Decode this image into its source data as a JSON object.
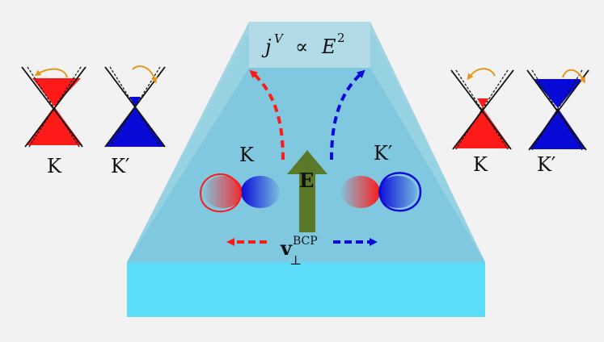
{
  "colors": {
    "background": "#f2f2f2",
    "slab_top": "#9fd3e2",
    "slab_front": "#5bdcf8",
    "red": "#ff1a1a",
    "blue": "#0a0ad8",
    "arrow_green": "#5a7a2a",
    "orange": "#e8961e"
  },
  "equation": {
    "j": "j",
    "j_sup": "V",
    "prop": "∝",
    "E": "E",
    "E_sup": "2"
  },
  "valleys": {
    "K": "K",
    "Kp": "K′"
  },
  "field_label": "E",
  "velocity": {
    "main": "v",
    "sub": "⊥",
    "sup": "BCP"
  },
  "icons": {
    "arrow": "green-field-arrow-icon",
    "dash": "dashed-curved-arrow-icon",
    "cone": "dirac-cone-icon"
  }
}
